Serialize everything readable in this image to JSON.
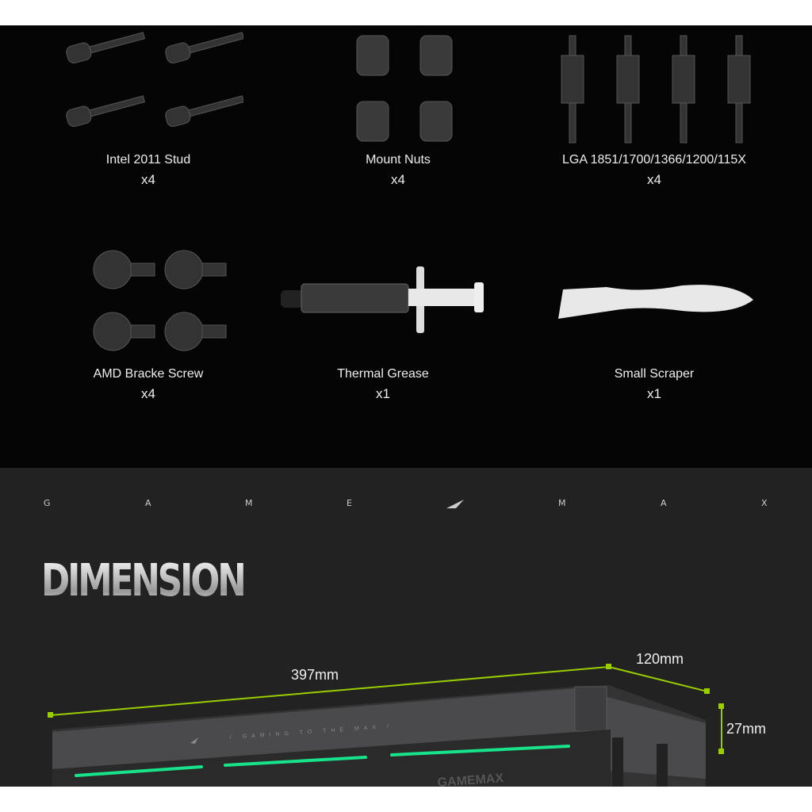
{
  "accessories": [
    {
      "name": "Intel 2011 Stud",
      "qty": "x4",
      "icon": "stud-icon"
    },
    {
      "name": "Mount Nuts",
      "qty": "x4",
      "icon": "nut-icon"
    },
    {
      "name": "LGA 1851/1700/1366/1200/115X",
      "qty": "x4",
      "icon": "standoff-icon"
    },
    {
      "name": "AMD Bracke Screw",
      "qty": "x4",
      "icon": "screw-icon"
    },
    {
      "name": "Thermal Grease",
      "qty": "x1",
      "icon": "syringe-icon"
    },
    {
      "name": "Small Scraper",
      "qty": "x1",
      "icon": "scraper-icon"
    }
  ],
  "brand_letters": [
    "G",
    "A",
    "M",
    "E",
    "M",
    "A",
    "X"
  ],
  "section_title": "DIMENSION",
  "dimensions": {
    "length": "397mm",
    "width": "120mm",
    "height": "27mm"
  },
  "radiator_text": "/ GAMING TO THE MAX /",
  "radiator_logo": "GAMEMAX",
  "colors": {
    "accent": "#9acd00",
    "rgb": "#19e38a"
  }
}
